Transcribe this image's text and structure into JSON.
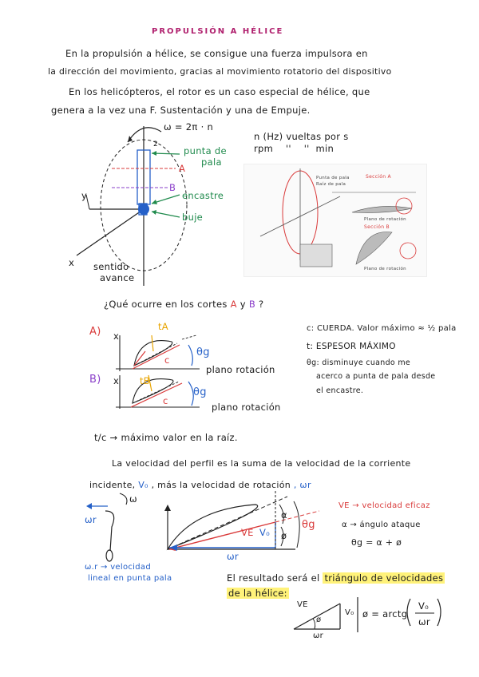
{
  "title": "PROPULSIÓN A HÉLICE",
  "intro": {
    "line1": "En la propulsión a hélice, se consigue una fuerza impulsora en",
    "line2": "la dirección del movimiento, gracias al movimiento rotatorio del dispositivo",
    "line3": "En los helicópteros, el rotor es un caso especial de hélice, que",
    "line4": "genera a la vez una F. Sustentación y una de Empuje."
  },
  "rotor_diagram": {
    "omega_formula": "ω = 2π · n",
    "n_line1": "n (Hz) vueltas por s",
    "n_line2": "rpm    ''    ''  min",
    "punta_de_pala": "punta de\npala",
    "punta_line1": "punta de",
    "punta_line2": "pala",
    "label_A": "A",
    "label_B": "B",
    "encastre": "encastre",
    "bujes": "buje",
    "sentido": "sentido",
    "avance": "avance",
    "axis_x": "x",
    "axis_y": "y",
    "num_2": "2"
  },
  "photo_labels": {
    "seccion_a": "Sección A",
    "seccion_b": "Sección B",
    "plano_rotacion": "Plano de rotación",
    "punta": "Punta de pala",
    "raiz": "Raíz de pala"
  },
  "question": {
    "q": "¿Qué ocurre en los cortes",
    "a": "A",
    "y": "y",
    "b": "B",
    "end": "?"
  },
  "sections": {
    "A_label": "A)",
    "B_label": "B)",
    "tA": "tA",
    "tB": "tB",
    "c": "c",
    "x": "x",
    "theta_g": "θg",
    "plano1": "plano rotación",
    "plano2": "plano rotación"
  },
  "definitions": {
    "c_def": "c: CUERDA. Valor máximo ≈ ½ pala",
    "t_def": "t: ESPESOR MÁXIMO",
    "theta1": "θg: disminuye cuando me",
    "theta2": "acerco a punta de pala desde",
    "theta3": "el encastre."
  },
  "ratio": "t/c → máximo valor en la raíz.",
  "velocity": {
    "line1": "La velocidad del perfil es la suma de la velocidad de la corriente",
    "line2a": "incidente,",
    "line2b": "V₀",
    "line2c": ", más la velocidad de rotación",
    "line2d": ", ωr"
  },
  "triangle": {
    "omega": "ω",
    "wr": "ωr",
    "wr_def1": "ω.r → velocidad",
    "wr_def2": "lineal en punta pala",
    "VE": "VE",
    "V0": "V₀",
    "alpha": "α",
    "phi": "ø",
    "theta_g": "θg",
    "ve_def": "VE → velocidad eficaz",
    "alpha_def": "α → ángulo ataque",
    "theta_eq": "θg = α + ø"
  },
  "result": {
    "text": "El resultado será el",
    "hl1": "triángulo de velocidades",
    "hl2": "de la hélice:",
    "VE": "VE",
    "phi": "ø",
    "V0": "V₀",
    "wr": "ωr",
    "formula": "ø = arctg",
    "num": "V₀",
    "den": "ωr"
  }
}
